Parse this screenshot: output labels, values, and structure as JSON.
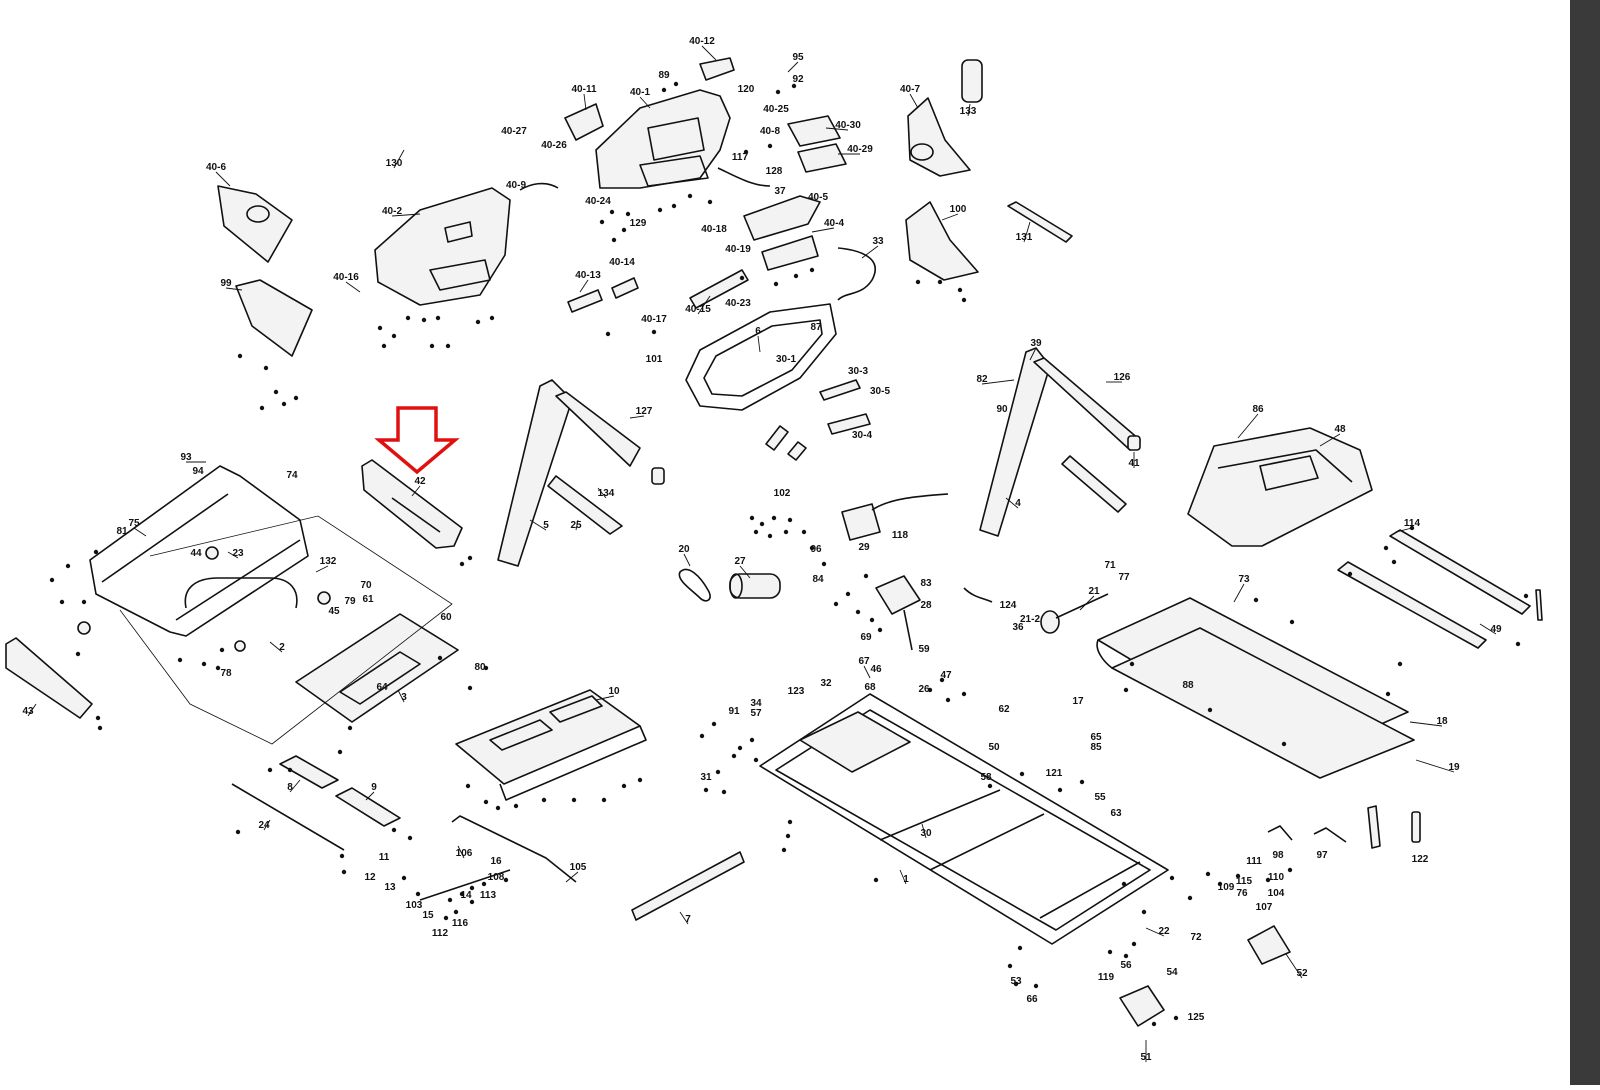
{
  "diagram": {
    "highlight_color": "#e01010",
    "highlighted_part": "42",
    "callouts": [
      {
        "id": "c1",
        "text": "40-12"
      },
      {
        "id": "c2",
        "text": "95"
      },
      {
        "id": "c3",
        "text": "92"
      },
      {
        "id": "c4",
        "text": "89"
      },
      {
        "id": "c5",
        "text": "40-11"
      },
      {
        "id": "c6",
        "text": "40-1"
      },
      {
        "id": "c7",
        "text": "120"
      },
      {
        "id": "c8",
        "text": "40-25"
      },
      {
        "id": "c9",
        "text": "40-8"
      },
      {
        "id": "c10",
        "text": "40-7"
      },
      {
        "id": "c11",
        "text": "133"
      },
      {
        "id": "c12",
        "text": "40-30"
      },
      {
        "id": "c13",
        "text": "40-29"
      },
      {
        "id": "c14",
        "text": "40-27"
      },
      {
        "id": "c15",
        "text": "40-26"
      },
      {
        "id": "c16",
        "text": "117"
      },
      {
        "id": "c17",
        "text": "128"
      },
      {
        "id": "c18",
        "text": "37"
      },
      {
        "id": "c19",
        "text": "130"
      },
      {
        "id": "c20",
        "text": "40-6"
      },
      {
        "id": "c21",
        "text": "40-9"
      },
      {
        "id": "c22",
        "text": "40-24"
      },
      {
        "id": "c23",
        "text": "40-5"
      },
      {
        "id": "c24",
        "text": "40-2"
      },
      {
        "id": "c25",
        "text": "129"
      },
      {
        "id": "c26",
        "text": "100"
      },
      {
        "id": "c27",
        "text": "131"
      },
      {
        "id": "c28",
        "text": "40-4"
      },
      {
        "id": "c29",
        "text": "40-18"
      },
      {
        "id": "c30",
        "text": "40-19"
      },
      {
        "id": "c31",
        "text": "33"
      },
      {
        "id": "c32",
        "text": "40-16"
      },
      {
        "id": "c33",
        "text": "40-13"
      },
      {
        "id": "c34",
        "text": "40-14"
      },
      {
        "id": "c35",
        "text": "40-15"
      },
      {
        "id": "c36",
        "text": "40-23"
      },
      {
        "id": "c37",
        "text": "40-17"
      },
      {
        "id": "c38",
        "text": "101"
      },
      {
        "id": "c39",
        "text": "99"
      },
      {
        "id": "c40",
        "text": "6"
      },
      {
        "id": "c41",
        "text": "87"
      },
      {
        "id": "c42",
        "text": "30-1"
      },
      {
        "id": "c43",
        "text": "30-3"
      },
      {
        "id": "c44",
        "text": "30-5"
      },
      {
        "id": "c45",
        "text": "39"
      },
      {
        "id": "c46",
        "text": "126"
      },
      {
        "id": "c47",
        "text": "82"
      },
      {
        "id": "c48",
        "text": "90"
      },
      {
        "id": "c49",
        "text": "127"
      },
      {
        "id": "c50",
        "text": "42"
      },
      {
        "id": "c51",
        "text": "134"
      },
      {
        "id": "c52",
        "text": "41"
      },
      {
        "id": "c53",
        "text": "102"
      },
      {
        "id": "c54",
        "text": "30-4"
      },
      {
        "id": "c55",
        "text": "86"
      },
      {
        "id": "c56",
        "text": "48"
      },
      {
        "id": "c57",
        "text": "93"
      },
      {
        "id": "c58",
        "text": "94"
      },
      {
        "id": "c59",
        "text": "74"
      },
      {
        "id": "c60",
        "text": "75"
      },
      {
        "id": "c61",
        "text": "81"
      },
      {
        "id": "c62",
        "text": "44"
      },
      {
        "id": "c63",
        "text": "23"
      },
      {
        "id": "c64",
        "text": "5"
      },
      {
        "id": "c65",
        "text": "25"
      },
      {
        "id": "c66",
        "text": "4"
      },
      {
        "id": "c67",
        "text": "118"
      },
      {
        "id": "c68",
        "text": "114"
      },
      {
        "id": "c69",
        "text": "20"
      },
      {
        "id": "c70",
        "text": "27"
      },
      {
        "id": "c71",
        "text": "96"
      },
      {
        "id": "c72",
        "text": "84"
      },
      {
        "id": "c73",
        "text": "132"
      },
      {
        "id": "c74",
        "text": "70"
      },
      {
        "id": "c75",
        "text": "79"
      },
      {
        "id": "c76",
        "text": "45"
      },
      {
        "id": "c77",
        "text": "60"
      },
      {
        "id": "c78",
        "text": "61"
      },
      {
        "id": "c79",
        "text": "2"
      },
      {
        "id": "c80",
        "text": "83"
      },
      {
        "id": "c81",
        "text": "28"
      },
      {
        "id": "c82",
        "text": "59"
      },
      {
        "id": "c83",
        "text": "124"
      },
      {
        "id": "c84",
        "text": "36"
      },
      {
        "id": "c85",
        "text": "21"
      },
      {
        "id": "c86",
        "text": "21-2"
      },
      {
        "id": "c87",
        "text": "71"
      },
      {
        "id": "c88",
        "text": "77"
      },
      {
        "id": "c89",
        "text": "73"
      },
      {
        "id": "c90",
        "text": "49"
      },
      {
        "id": "c91",
        "text": "47"
      },
      {
        "id": "c92",
        "text": "64"
      },
      {
        "id": "c93",
        "text": "3"
      },
      {
        "id": "c94",
        "text": "43"
      },
      {
        "id": "c95",
        "text": "10"
      },
      {
        "id": "c96",
        "text": "123"
      },
      {
        "id": "c97",
        "text": "32"
      },
      {
        "id": "c98",
        "text": "46"
      },
      {
        "id": "c99",
        "text": "26"
      },
      {
        "id": "c100",
        "text": "91"
      },
      {
        "id": "c101",
        "text": "34"
      },
      {
        "id": "c102",
        "text": "62"
      },
      {
        "id": "c103",
        "text": "18"
      },
      {
        "id": "c104",
        "text": "17"
      },
      {
        "id": "c105",
        "text": "65"
      },
      {
        "id": "c106",
        "text": "19"
      },
      {
        "id": "c107",
        "text": "9"
      },
      {
        "id": "c108",
        "text": "24"
      },
      {
        "id": "c109",
        "text": "31"
      },
      {
        "id": "c110",
        "text": "121"
      },
      {
        "id": "c111",
        "text": "8"
      },
      {
        "id": "c112",
        "text": "50"
      },
      {
        "id": "c113",
        "text": "58"
      },
      {
        "id": "c114",
        "text": "55"
      },
      {
        "id": "c115",
        "text": "63"
      },
      {
        "id": "c116",
        "text": "1"
      },
      {
        "id": "c117",
        "text": "98"
      },
      {
        "id": "c118",
        "text": "97"
      },
      {
        "id": "c119",
        "text": "122"
      },
      {
        "id": "c120",
        "text": "106"
      },
      {
        "id": "c121",
        "text": "105"
      },
      {
        "id": "c122",
        "text": "11"
      },
      {
        "id": "c123",
        "text": "12"
      },
      {
        "id": "c124",
        "text": "13"
      },
      {
        "id": "c125",
        "text": "103"
      },
      {
        "id": "c126",
        "text": "16"
      },
      {
        "id": "c127",
        "text": "108"
      },
      {
        "id": "c128",
        "text": "14"
      },
      {
        "id": "c129",
        "text": "113"
      },
      {
        "id": "c130",
        "text": "15"
      },
      {
        "id": "c131",
        "text": "116"
      },
      {
        "id": "c132",
        "text": "112"
      },
      {
        "id": "c133",
        "text": "7"
      },
      {
        "id": "c134",
        "text": "111"
      },
      {
        "id": "c135",
        "text": "109"
      },
      {
        "id": "c136",
        "text": "115"
      },
      {
        "id": "c137",
        "text": "110"
      },
      {
        "id": "c138",
        "text": "104"
      },
      {
        "id": "c139",
        "text": "107"
      },
      {
        "id": "c140",
        "text": "76"
      },
      {
        "id": "c141",
        "text": "22"
      },
      {
        "id": "c142",
        "text": "72"
      },
      {
        "id": "c143",
        "text": "52"
      },
      {
        "id": "c144",
        "text": "53"
      },
      {
        "id": "c145",
        "text": "66"
      },
      {
        "id": "c146",
        "text": "51"
      },
      {
        "id": "c147",
        "text": "80"
      },
      {
        "id": "c148",
        "text": "78"
      },
      {
        "id": "c149",
        "text": "29"
      },
      {
        "id": "c150",
        "text": "85"
      },
      {
        "id": "c151",
        "text": "88"
      },
      {
        "id": "c152",
        "text": "57"
      },
      {
        "id": "c153",
        "text": "67"
      },
      {
        "id": "c154",
        "text": "68"
      },
      {
        "id": "c155",
        "text": "69"
      },
      {
        "id": "c156",
        "text": "54"
      },
      {
        "id": "c157",
        "text": "56"
      },
      {
        "id": "c158",
        "text": "30"
      },
      {
        "id": "c159",
        "text": "119"
      },
      {
        "id": "c160",
        "text": "125"
      }
    ]
  }
}
